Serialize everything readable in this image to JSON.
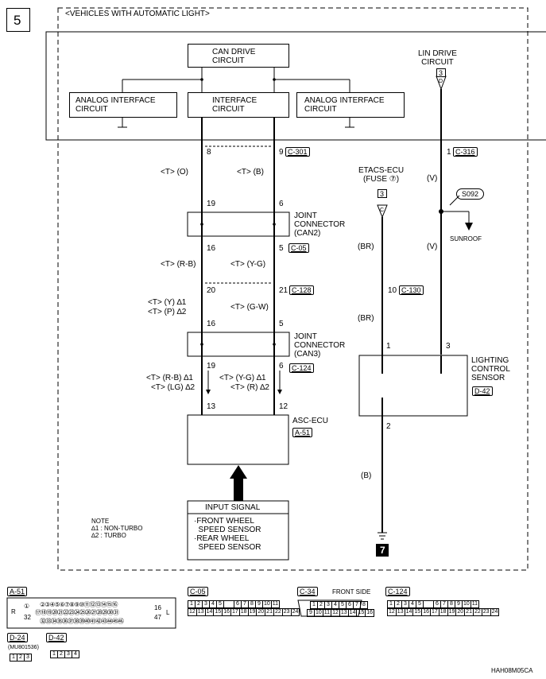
{
  "step_number": "5",
  "header_title": "<VEHICLES WITH AUTOMATIC LIGHT>",
  "blocks": {
    "can_drive": "CAN DRIVE\nCIRCUIT",
    "analog_left": "ANALOG INTERFACE\nCIRCUIT",
    "interface": "INTERFACE\nCIRCUIT",
    "analog_right": "ANALOG INTERFACE\nCIRCUIT",
    "lin_drive": "LIN DRIVE\nCIRCUIT",
    "lin_pin": "3",
    "lin_tri": "D"
  },
  "etacs": {
    "label": "ETACS-ECU\n(FUSE ⑦)",
    "pin": "3",
    "tri": "C"
  },
  "pins": {
    "p8": "8",
    "p9": "9",
    "c301": "C-301",
    "p1": "1",
    "c316": "C-316",
    "p19a": "19",
    "p6a": "6",
    "p16a": "16",
    "p5a": "5",
    "c05": "C-05",
    "p20": "20",
    "p21": "21",
    "c128": "C-128",
    "p16b": "16",
    "p5b": "5",
    "p19b": "19",
    "p6b": "6",
    "c124": "C-124",
    "p13": "13",
    "p12": "12",
    "p10": "10",
    "c130": "C-130",
    "p1b": "1",
    "p3": "3",
    "p2": "2"
  },
  "wires": {
    "t_o": "<T> (O)",
    "t_b": "<T> (B)",
    "v1": "(V)",
    "v2": "(V)",
    "br1": "(BR)",
    "br2": "(BR)",
    "t_rb": "<T> (R-B)",
    "t_yg": "<T> (Y-G)",
    "t_y": "<T> (Y) ∆1",
    "t_p": "<T> (P) ∆2",
    "t_gw": "<T> (G-W)",
    "t_rb2": "<T> (R-B) ∆1",
    "t_lg": "<T> (LG) ∆2",
    "t_yg2": "<T> (Y-G) ∆1",
    "t_r": "<T> (R) ∆2",
    "b": "(B)"
  },
  "joint_can2": "JOINT\nCONNECTOR\n(CAN2)",
  "joint_can3": "JOINT\nCONNECTOR\n(CAN3)",
  "splice": "S092",
  "sunroof": "SUNROOF",
  "lighting_sensor": "LIGHTING\nCONTROL\nSENSOR",
  "d42": "D-42",
  "asc_ecu": "ASC-ECU",
  "a51": "A-51",
  "input_signal_title": "INPUT SIGNAL",
  "input_signal_body": "·FRONT WHEEL\n  SPEED SENSOR\n·REAR WHEEL\n  SPEED SENSOR",
  "note": "NOTE\n∆1 : NON-TURBO\n∆2 : TURBO",
  "ground_ref": "7",
  "connectors": {
    "a51": "A-51",
    "c05": "C-05",
    "c34": "C-34",
    "c34_side": "FRONT SIDE",
    "c124": "C-124",
    "d24": "D-24",
    "d24_part": "(MU801536)",
    "d42": "D-42"
  },
  "a51_row1": "②③④⑤⑥⑦⑧⑨⑩⑪⑫⑬⑭⑮⑯",
  "a51_row2": "⑰⑱⑲⑳㉑㉒㉓㉔㉕㉖㉗㉘㉙㉚㉛",
  "a51_row3": "㉜㉝㉞㉟㊱㊲㊳㊴㊵㊶㊷㊸㊹㊺㊻",
  "a51_left": [
    "R",
    "①",
    "32"
  ],
  "a51_right": [
    "16",
    "47",
    "L"
  ],
  "c05_row1": [
    "1",
    "2",
    "3",
    "4",
    "5",
    "",
    "6",
    "7",
    "8",
    "9",
    "10",
    "11"
  ],
  "c05_row2": [
    "12",
    "13",
    "14",
    "15",
    "16",
    "17",
    "18",
    "19",
    "20",
    "21",
    "22",
    "23",
    "24"
  ],
  "c34_row1": [
    "1",
    "2",
    "3",
    "4",
    "5",
    "6",
    "7",
    "8"
  ],
  "c34_row2": [
    "9",
    "10",
    "11",
    "12",
    "13",
    "14",
    "15",
    "16"
  ],
  "c124_row1": [
    "1",
    "2",
    "3",
    "4",
    "5",
    "",
    "6",
    "7",
    "8",
    "9",
    "10",
    "11"
  ],
  "c124_row2": [
    "12",
    "13",
    "14",
    "15",
    "16",
    "17",
    "18",
    "19",
    "20",
    "21",
    "22",
    "23",
    "24"
  ],
  "d24_pins": [
    "1",
    "2",
    "3"
  ],
  "d42_pins": [
    "1",
    "2",
    "3",
    "4"
  ],
  "figure_code": "HAH08M05CA"
}
